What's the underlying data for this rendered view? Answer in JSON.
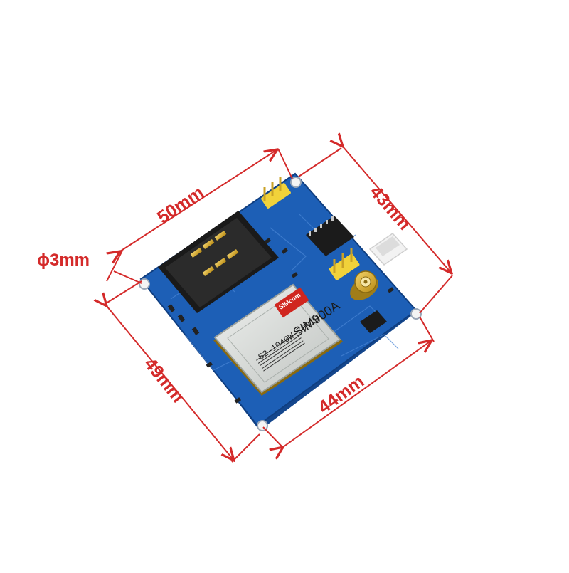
{
  "dimensions": {
    "top_left": "50mm",
    "top_right": "43mm",
    "bottom_left": "49mm",
    "bottom_right": "44mm",
    "hole": "ϕ3mm"
  },
  "module": {
    "brand": "SIMcom",
    "model": "SIM900A",
    "serial": "S2-1040W-Z0918"
  },
  "colors": {
    "dimension_red": "#d42a2a",
    "pcb_blue": "#1d5fb6",
    "pcb_edge": "#14468c",
    "shield_silver": "#d9dbd8",
    "gold": "#d4a017",
    "header_yellow": "#f1d23a",
    "antenna_gold": "#c9a227"
  }
}
